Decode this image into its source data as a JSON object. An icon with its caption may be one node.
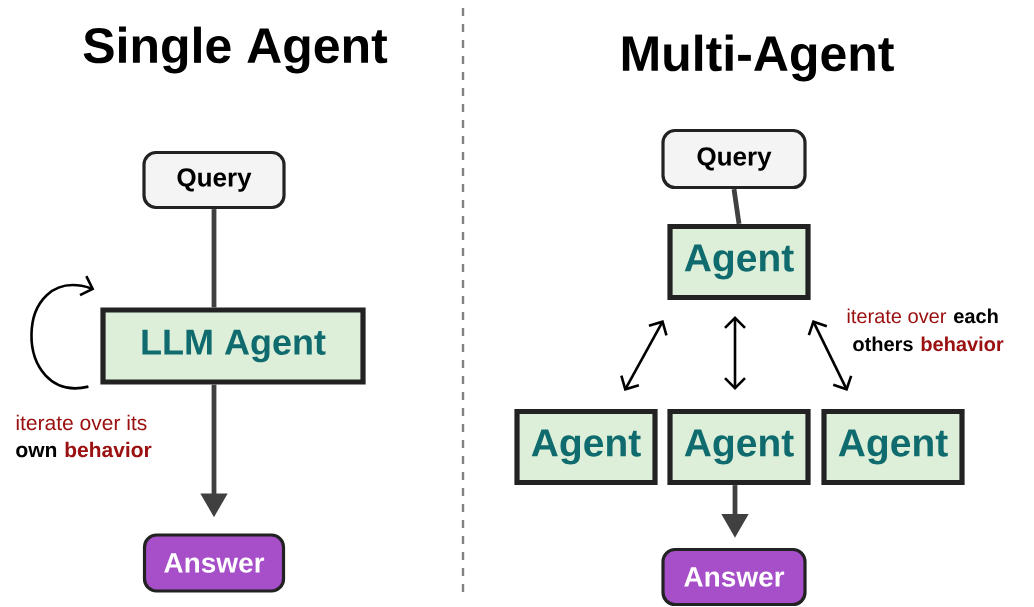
{
  "diagram": {
    "nodes": [
      {
        "text": [
          "Query"
        ]
      },
      {
        "text": [
          "LLM Agent"
        ]
      },
      {
        "text": [
          "Answer"
        ]
      },
      {
        "text": [
          "Query"
        ]
      },
      {
        "text": [
          "Agent"
        ]
      },
      {
        "text": [
          "Agent"
        ]
      },
      {
        "text": [
          "Agent"
        ]
      },
      {
        "text": [
          "Agent"
        ]
      },
      {
        "text": [
          "Answer"
        ]
      }
    ],
    "edges": [
      {
        "from": 0,
        "to": 1,
        "arrow": "none",
        "style": "thick",
        "color": "#404040"
      },
      {
        "from": 1,
        "to": 1,
        "arrow": "to"
      },
      {
        "from": 1,
        "to": 2,
        "arrow": "to",
        "style": "thick",
        "color": "#404040"
      },
      {
        "from": 3,
        "to": 4,
        "arrow": "none",
        "style": "thick",
        "color": "#404040"
      },
      {
        "from": 4,
        "to": 5,
        "arrow": "both"
      },
      {
        "from": 4,
        "to": 6,
        "arrow": "both"
      },
      {
        "from": 4,
        "to": 7,
        "arrow": "both"
      },
      {
        "from": 6,
        "to": 8,
        "arrow": "to",
        "style": "thick",
        "color": "#404040"
      }
    ],
    "labels": [
      "Single Agent",
      "Multi-Agent",
      "iterate over its",
      "own",
      "behavior",
      "iterate over",
      "each",
      "others",
      "behavior"
    ]
  }
}
